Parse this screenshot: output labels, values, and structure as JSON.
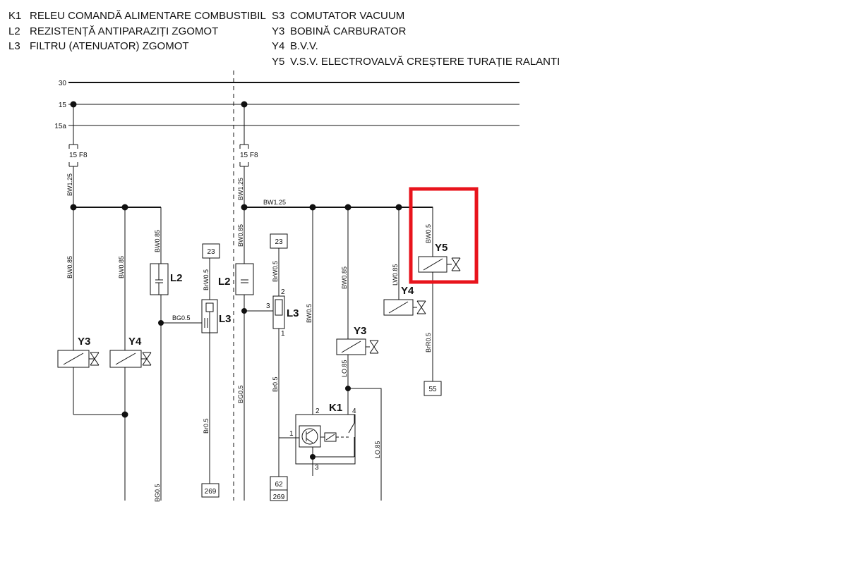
{
  "legend_left": [
    {
      "code": "K1",
      "desc": "RELEU COMANDĂ ALIMENTARE COMBUSTIBIL"
    },
    {
      "code": "L2",
      "desc": "REZISTENȚĂ ANTIPARAZIȚI ZGOMOT"
    },
    {
      "code": "L3",
      "desc": "FILTRU (ATENUATOR) ZGOMOT"
    }
  ],
  "legend_right": [
    {
      "code": "S3",
      "desc": "COMUTATOR VACUUM"
    },
    {
      "code": "Y3",
      "desc": "BOBINĂ CARBURATOR"
    },
    {
      "code": "Y4",
      "desc": "B.V.V."
    },
    {
      "code": "Y5",
      "desc": "V.S.V. ELECTROVALVĂ CREȘTERE TURAȚIE RALANTI"
    }
  ],
  "buses": {
    "b30": "30",
    "b15": "15",
    "b15a": "15a"
  },
  "fuses": {
    "left": "15  F8",
    "right": "15  F8"
  },
  "wires": {
    "bw125_left": "BW1.25",
    "bw125_right": "BW1.25",
    "bw125_horizontal": "BW1.25",
    "bw085_a": "BW0.85",
    "bw085_b": "BW0.85",
    "bw085_c": "BW0.85",
    "bw085_d": "BW0.85",
    "bg05_left": "BG0.5",
    "brw05_left": "BrW0.5",
    "br05_left": "Br0.5",
    "bg05_vert": "BG0.5",
    "bg05_bottom": "BG0.5",
    "brw05_right": "BrW0.5",
    "br05_right": "Br0.5",
    "bw05_mid": "BW0.5",
    "bw085_y3": "BW0.85",
    "lo85_a": "LO.85",
    "lo85_b": "LO.85",
    "lw085": "LW0.85",
    "bw05_y5": "BW0.5",
    "brr05": "BrR0.5"
  },
  "components": {
    "y3_left": "Y3",
    "y4_left": "Y4",
    "l2_left": "L2",
    "l3_left": "L3",
    "l2_right": "L2",
    "l3_right": "L3",
    "y3_right": "Y3",
    "y4_right": "Y4",
    "y5": "Y5",
    "k1": "K1"
  },
  "connectors": {
    "c23_left": "23",
    "c23_right": "23",
    "c269_left": "269",
    "c62": "62",
    "c269_right": "269",
    "c55": "55"
  },
  "pins": {
    "l3_p2": "2",
    "l3_p3": "3",
    "l3_p1": "1",
    "k1_p2": "2",
    "k1_p4": "4",
    "k1_p1": "1",
    "k1_p3": "3"
  },
  "colors": {
    "highlight": "#e8141c",
    "ink": "#111111"
  }
}
